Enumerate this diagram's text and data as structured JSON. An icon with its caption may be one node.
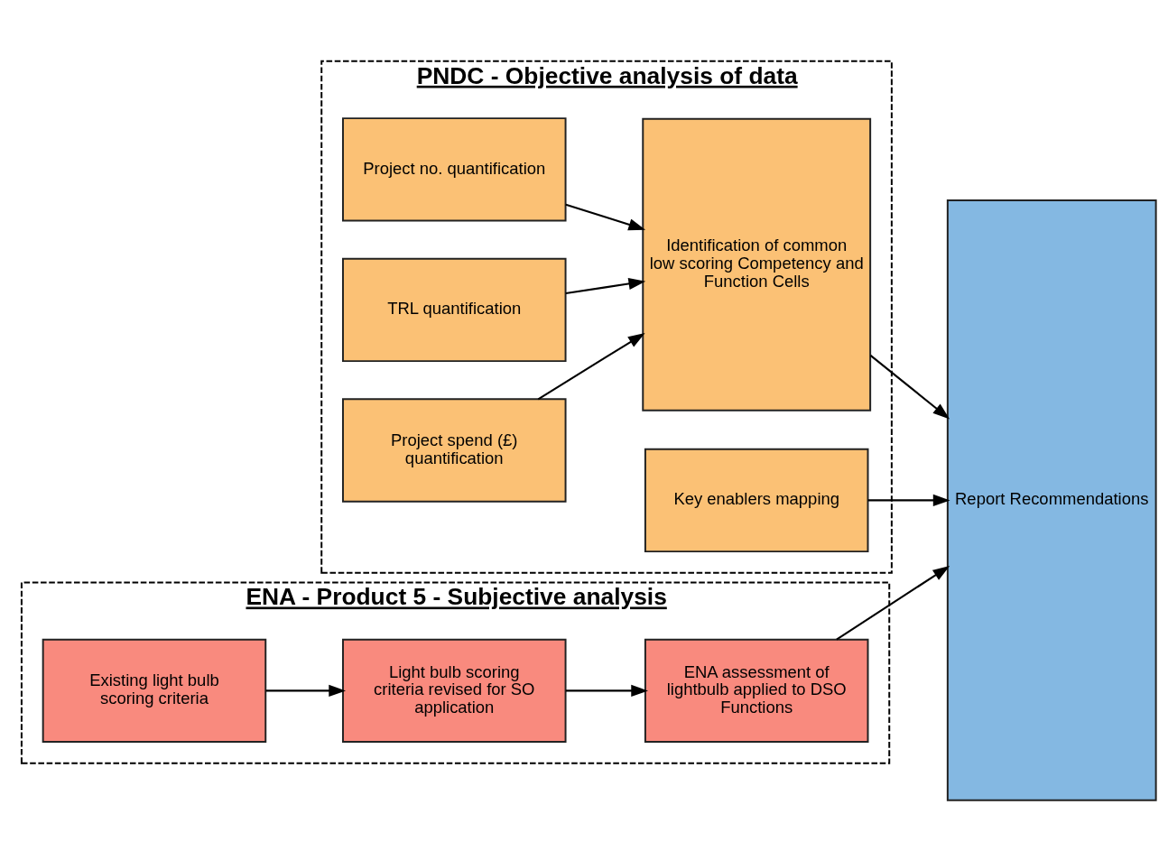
{
  "diagram": {
    "nodes": [
      {
        "text": [
          "PNDC - Objective analysis of data"
        ]
      },
      {
        "text": [
          "Project no. quantification"
        ],
        "in": 0
      },
      {
        "text": [
          "TRL quantification"
        ],
        "in": 0
      },
      {
        "text": [
          "Project spend (£) quantification"
        ],
        "in": 0
      },
      {
        "text": [
          "Key enablers mapping"
        ],
        "in": 0
      },
      {
        "text": [
          "Identification of common low scoring Competency and Function Cells"
        ],
        "in": 0
      },
      {
        "text": [
          "Report Recommendations"
        ]
      },
      {
        "text": [
          "ENA - Product 5 - Subjective analysis"
        ]
      },
      {
        "text": [
          "Existing light bulb scoring criteria"
        ],
        "in": 7
      },
      {
        "text": [
          "Light bulb scoring criteria revised for SO application"
        ],
        "in": 7
      },
      {
        "text": [
          "ENA assessment of lightbulb applied to DSO Functions"
        ],
        "in": 7
      }
    ],
    "edges": [
      {
        "from": 1,
        "to": 5,
        "arrow": "to"
      },
      {
        "from": 2,
        "to": 5,
        "arrow": "to"
      },
      {
        "from": 3,
        "to": 5,
        "arrow": "to"
      },
      {
        "from": 5,
        "to": 6,
        "arrow": "to"
      },
      {
        "from": 4,
        "to": 6,
        "arrow": "to"
      },
      {
        "from": 8,
        "to": 9,
        "arrow": "to"
      },
      {
        "from": 9,
        "to": 10,
        "arrow": "to"
      },
      {
        "from": 10,
        "to": 6,
        "arrow": "to"
      }
    ]
  }
}
